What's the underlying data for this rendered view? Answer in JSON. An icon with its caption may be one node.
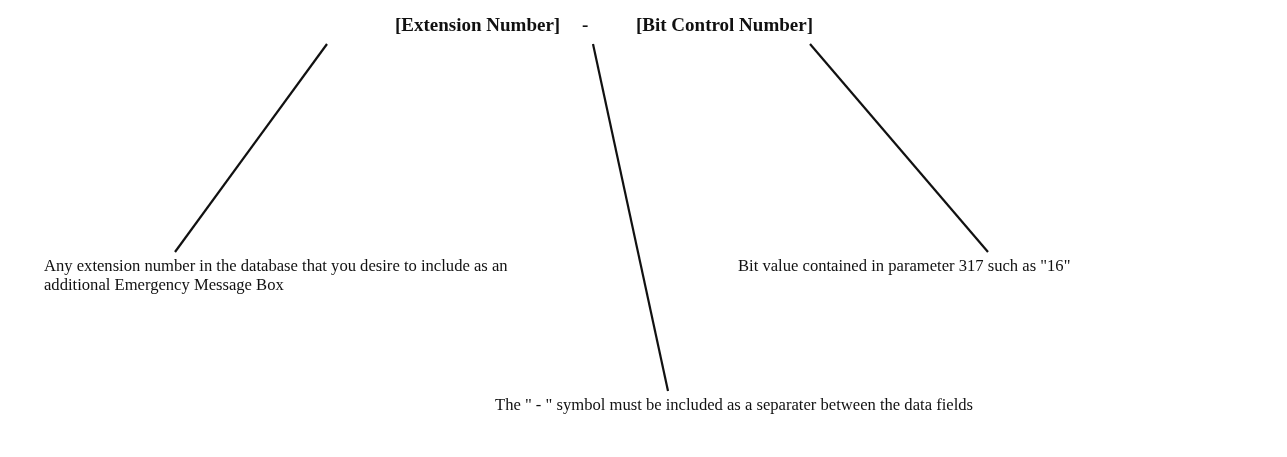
{
  "diagram": {
    "nodes": [
      {
        "text": [
          "[Extension Number]"
        ]
      },
      {
        "text": [
          "-"
        ]
      },
      {
        "text": [
          "[Bit Control Number]"
        ]
      },
      {
        "text": [
          "Any extension number in the database that you desire to include as an additional Emergency Message Box"
        ]
      },
      {
        "text": [
          "The \" - \" symbol must be included as a separater between the data fields"
        ]
      },
      {
        "text": [
          "Bit value contained in parameter 317 such as \"16\""
        ]
      }
    ],
    "edges": [
      {
        "from": 3,
        "to": 0,
        "arrow": "none"
      },
      {
        "from": 4,
        "to": 1,
        "arrow": "none"
      },
      {
        "from": 5,
        "to": 2,
        "arrow": "none"
      }
    ]
  }
}
